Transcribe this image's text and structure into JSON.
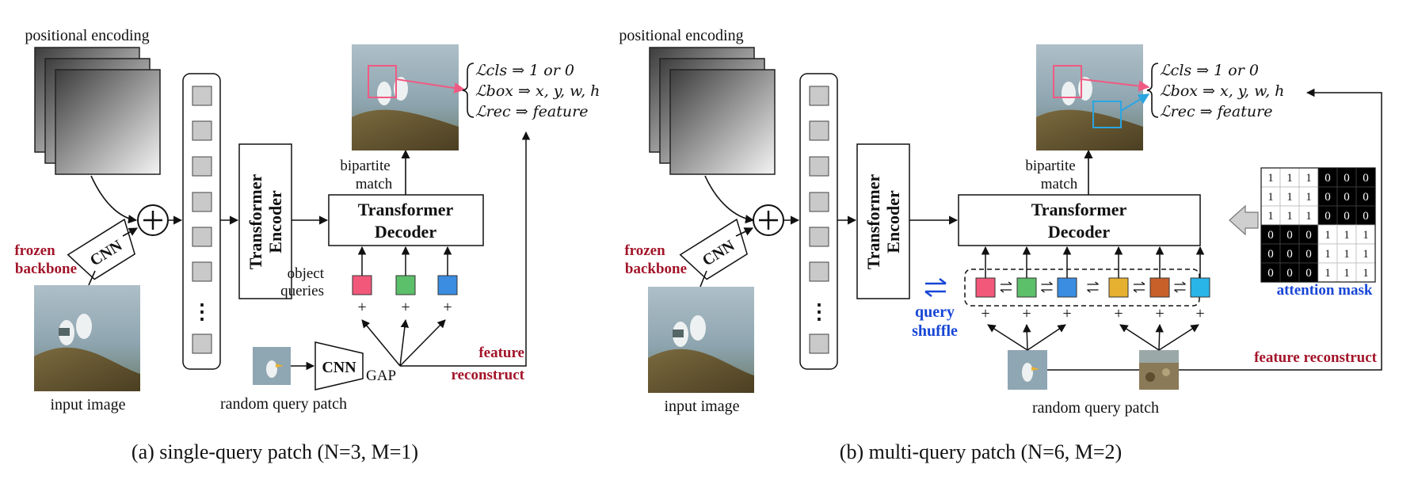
{
  "left": {
    "positional_encoding": "positional encoding",
    "frozen": "frozen",
    "backbone": "backbone",
    "cnn": "CNN",
    "input_image": "input image",
    "encoder_l1": "Transformer",
    "encoder_l2": "Encoder",
    "decoder_l1": "Transformer",
    "decoder_l2": "Decoder",
    "bipartite": "bipartite",
    "match": "match",
    "object": "object",
    "queries": "queries",
    "plus": "+",
    "ellipsis": "⋮",
    "query_cnn": "CNN",
    "gap": "GAP",
    "feature": "feature",
    "reconstruct": "reconstruct",
    "random_query_patch": "random query patch",
    "caption": "(a) single-query patch (N=3, M=1)",
    "loss_cls": "ℒcls ⇒ 1 or 0",
    "loss_box": "ℒbox ⇒ x, y, w, h",
    "loss_rec": "ℒrec ⇒ feature",
    "query_colors": [
      "#f2587a",
      "#5cbf6a",
      "#3a8de0"
    ]
  },
  "right": {
    "positional_encoding": "positional encoding",
    "frozen": "frozen",
    "backbone": "backbone",
    "cnn": "CNN",
    "input_image": "input image",
    "encoder_l1": "Transformer",
    "encoder_l2": "Encoder",
    "decoder_l1": "Transformer",
    "decoder_l2": "Decoder",
    "bipartite": "bipartite",
    "match": "match",
    "query": "query",
    "shuffle": "shuffle",
    "feature_reconstruct": "feature reconstruct",
    "attention_mask": "attention mask",
    "random_query_patch": "random query patch",
    "caption": "(b) multi-query patch (N=6, M=2)",
    "loss_cls": "ℒcls ⇒ 1 or 0",
    "loss_box": "ℒbox ⇒ x, y, w, h",
    "loss_rec": "ℒrec ⇒ feature",
    "query_colors": [
      "#f2587a",
      "#5cbf6a",
      "#3a8de0",
      "#e6b030",
      "#c8602a",
      "#29b5e8"
    ],
    "mask_rows": [
      [
        "1",
        "1",
        "1",
        "0",
        "0",
        "0"
      ],
      [
        "1",
        "1",
        "1",
        "0",
        "0",
        "0"
      ],
      [
        "1",
        "1",
        "1",
        "0",
        "0",
        "0"
      ],
      [
        "0",
        "0",
        "0",
        "1",
        "1",
        "1"
      ],
      [
        "0",
        "0",
        "0",
        "1",
        "1",
        "1"
      ],
      [
        "0",
        "0",
        "0",
        "1",
        "1",
        "1"
      ]
    ]
  }
}
